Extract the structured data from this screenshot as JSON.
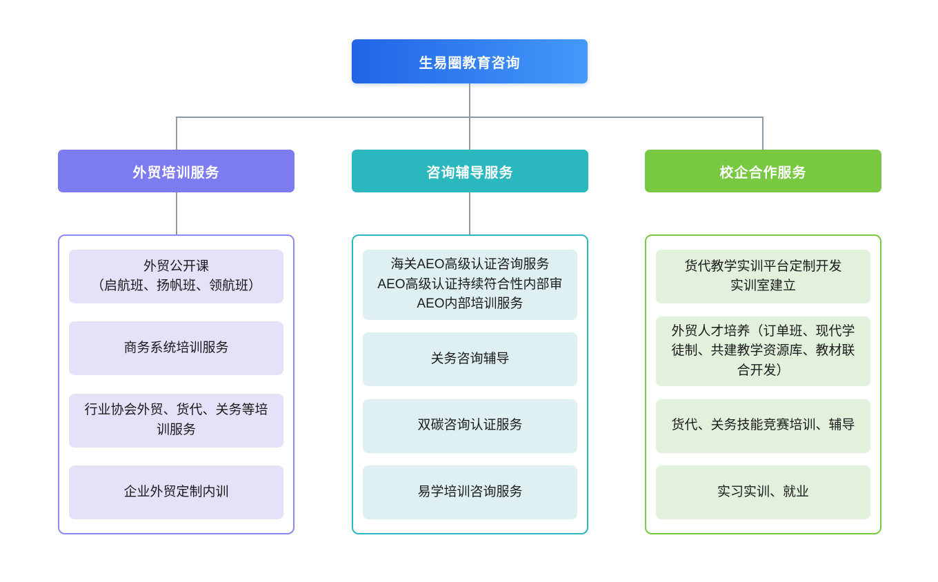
{
  "page": {
    "background": "#ffffff"
  },
  "connector_color": "#8e99a8",
  "root": {
    "label": "生易圈教育咨询",
    "gradient_from": "#2065e6",
    "gradient_to": "#4499fa",
    "text_color": "#ffffff"
  },
  "branches": [
    {
      "label": "外贸培训服务",
      "header_color": "#7c7bf0",
      "border_color": "#8a88f2",
      "item_bg": "#e4e2f8",
      "items": [
        "外贸公开课\n（启航班、扬帆班、领航班）",
        "商务系统培训服务",
        "行业协会外贸、货代、关务等培训服务",
        "企业外贸定制内训"
      ]
    },
    {
      "label": "咨询辅导服务",
      "header_color": "#2ab7bd",
      "border_color": "#2ab7bd",
      "item_bg": "#dff0f3",
      "items": [
        "海关AEO高级认证咨询服务\nAEO高级认证持续符合性内部审\nAEO内部培训服务",
        "关务咨询辅导",
        "双碳咨询认证服务",
        "易学培训咨询服务"
      ]
    },
    {
      "label": "校企合作服务",
      "header_color": "#78c841",
      "border_color": "#78c841",
      "item_bg": "#e2f1dc",
      "items": [
        "货代教学实训平台定制开发\n实训室建立",
        "外贸人才培养（订单班、现代学徒制、共建教学资源库、教材联合开发）",
        "货代、关务技能竞赛培训、辅导",
        "实习实训、就业"
      ]
    }
  ]
}
